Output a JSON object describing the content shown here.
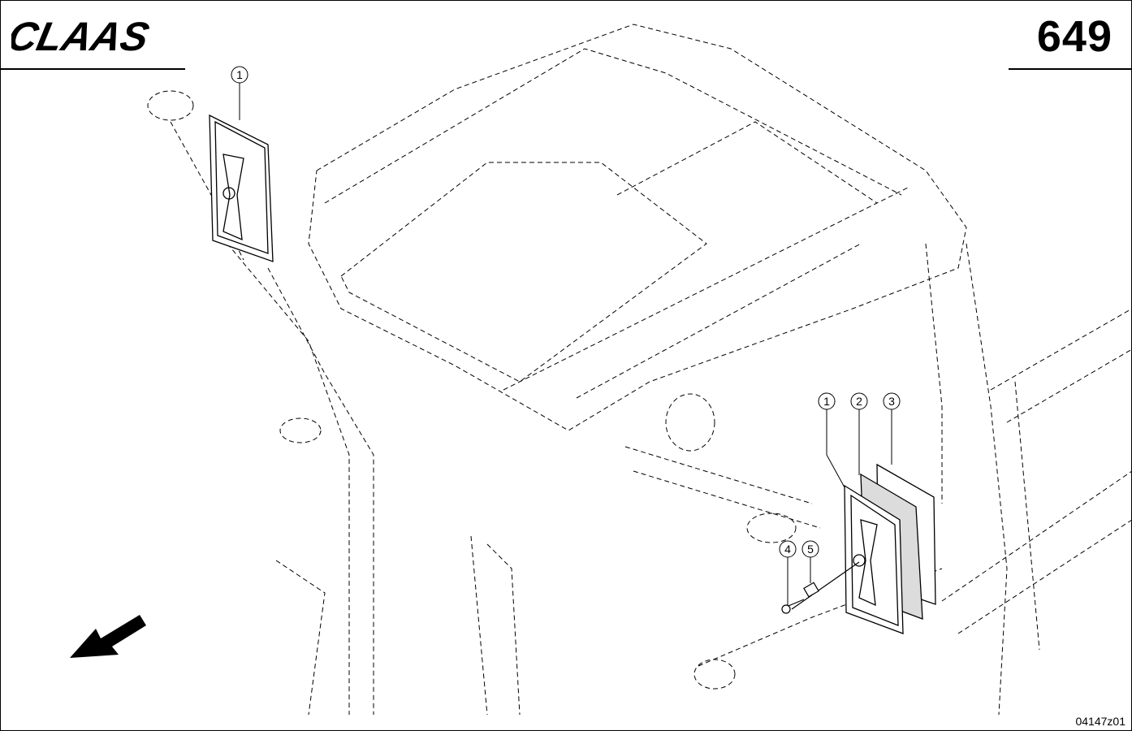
{
  "header": {
    "brand": "CLAAS",
    "page_number": "649"
  },
  "callouts": {
    "top_left": "1",
    "right_1": "1",
    "right_2": "2",
    "right_3": "3",
    "right_4": "4",
    "right_5": "5"
  },
  "footer": {
    "drawing_id": "04147z01"
  }
}
